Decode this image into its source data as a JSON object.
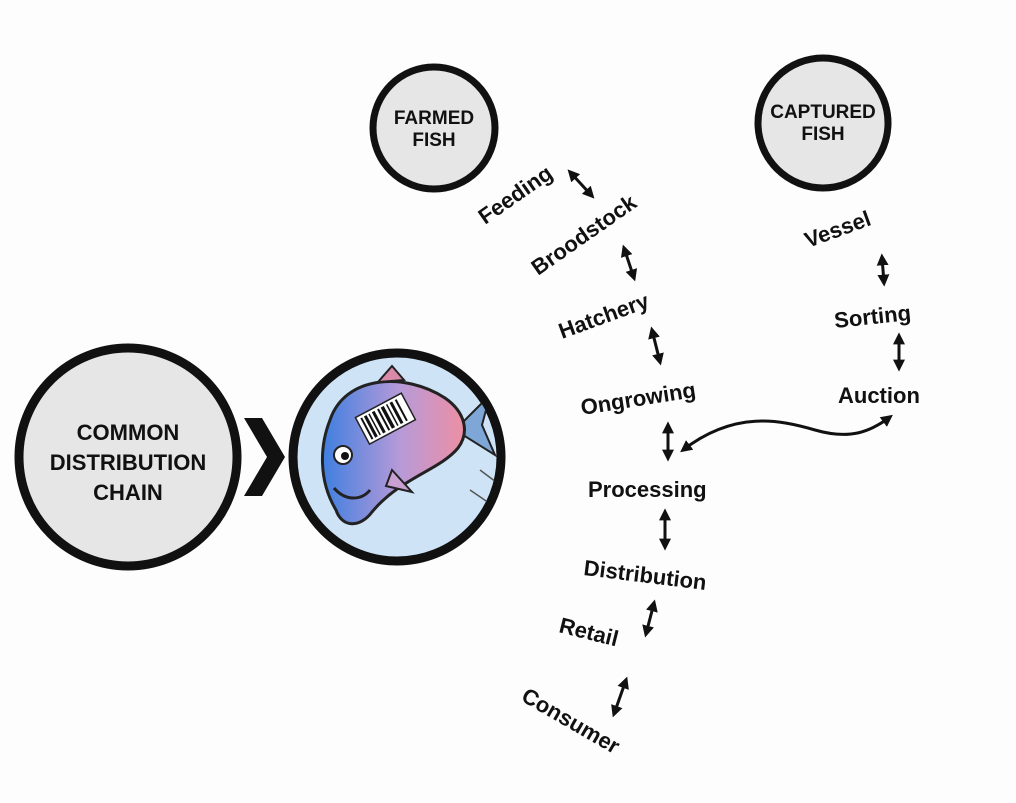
{
  "sources": {
    "farmed": {
      "line1": "FARMED",
      "line2": "FISH"
    },
    "captured": {
      "line1": "CAPTURED",
      "line2": "FISH"
    }
  },
  "common_chain": {
    "line1": "COMMON",
    "line2": "DISTRIBUTION",
    "line3": "CHAIN"
  },
  "farmed_steps": [
    "Feeding",
    "Broodstock",
    "Hatchery",
    "Ongrowing"
  ],
  "captured_steps": [
    "Vessel",
    "Sorting",
    "Auction"
  ],
  "common_steps": [
    "Processing",
    "Distribution",
    "Retail",
    "Consumer"
  ],
  "colors": {
    "circle_fill": "#e6e6e6",
    "circle_stroke": "#111111",
    "fish_bg": "#cfe3f7",
    "fish_blue": "#3f7fe0",
    "fish_pink": "#ee8fa4"
  }
}
